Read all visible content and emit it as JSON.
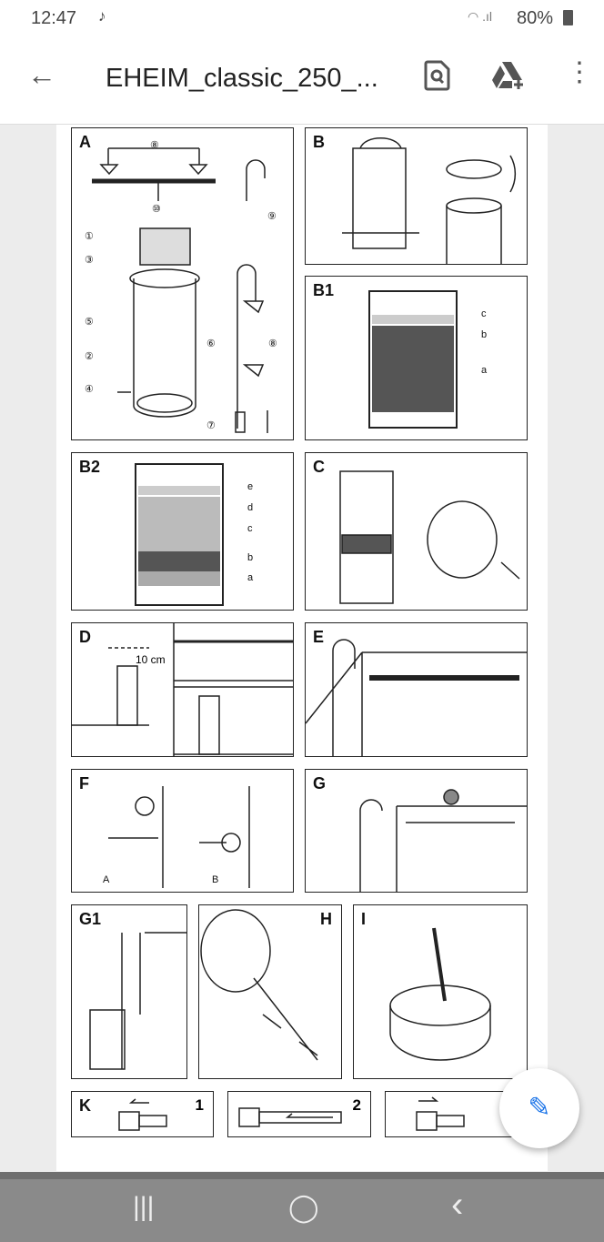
{
  "status_bar": {
    "time": "12:47",
    "notification": "♪",
    "battery": "80%"
  },
  "app_bar": {
    "title": "EHEIM_classic_250_...",
    "icons": [
      "back-arrow-icon",
      "find-in-document-icon",
      "add-to-drive-icon",
      "more-vert-icon"
    ]
  },
  "panels": {
    "A": {
      "label": "A",
      "callouts": [
        "⑧",
        "⑩",
        "⑨",
        "①",
        "③",
        "⑤",
        "②",
        "④",
        "⑥",
        "⑧",
        "⑦"
      ]
    },
    "B": {
      "label": "B"
    },
    "B1": {
      "label": "B1",
      "callouts": [
        "c",
        "b",
        "a"
      ]
    },
    "B2": {
      "label": "B2",
      "callouts": [
        "e",
        "d",
        "c",
        "b",
        "a"
      ]
    },
    "C": {
      "label": "C"
    },
    "D": {
      "label": "D",
      "measure": "10 cm"
    },
    "E": {
      "label": "E"
    },
    "F": {
      "label": "F",
      "callouts": [
        "A",
        "B"
      ]
    },
    "G": {
      "label": "G"
    },
    "G1": {
      "label": "G1"
    },
    "H": {
      "label": "H"
    },
    "I": {
      "label": "I"
    },
    "K": {
      "label": "K",
      "steps": [
        "1",
        "2"
      ]
    }
  },
  "fab": {
    "icon": "edit-pencil-icon",
    "glyph": "✎"
  },
  "nav": {
    "recent": "|||",
    "home": "◯",
    "back": "‹"
  }
}
